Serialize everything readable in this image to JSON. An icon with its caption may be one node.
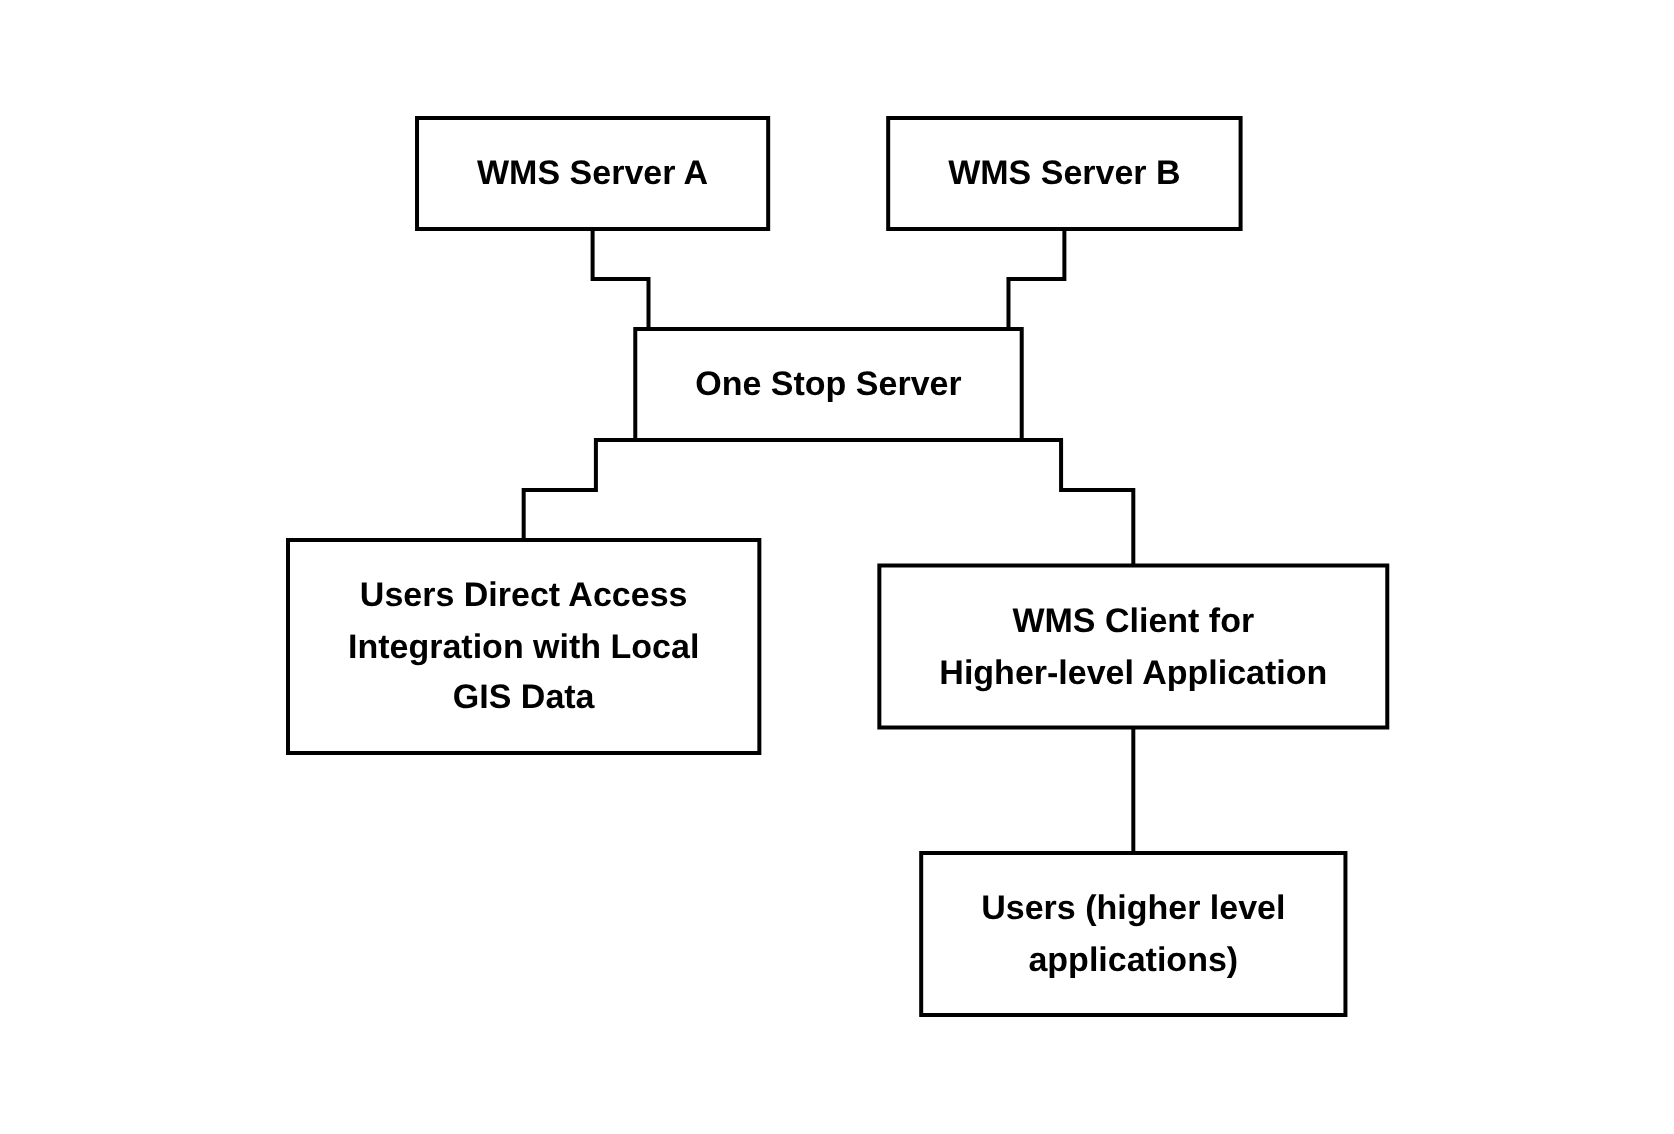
{
  "diagram": {
    "nodes": [
      {
        "text": [
          "WMS Server A"
        ]
      },
      {
        "text": [
          "WMS Server B"
        ]
      },
      {
        "text": [
          "One Stop Server"
        ]
      },
      {
        "text": [
          "Users Direct Access Integration with Local GIS Data"
        ]
      },
      {
        "text": [
          "WMS Client for Higher-level Application"
        ]
      },
      {
        "text": [
          "Users (higher level applications)"
        ]
      }
    ],
    "edges": [
      {
        "from": 0,
        "to": 2,
        "arrow": "none"
      },
      {
        "from": 1,
        "to": 2,
        "arrow": "none"
      },
      {
        "from": 2,
        "to": 3,
        "arrow": "none"
      },
      {
        "from": 2,
        "to": 4,
        "arrow": "none"
      },
      {
        "from": 4,
        "to": 5,
        "arrow": "none"
      }
    ]
  }
}
